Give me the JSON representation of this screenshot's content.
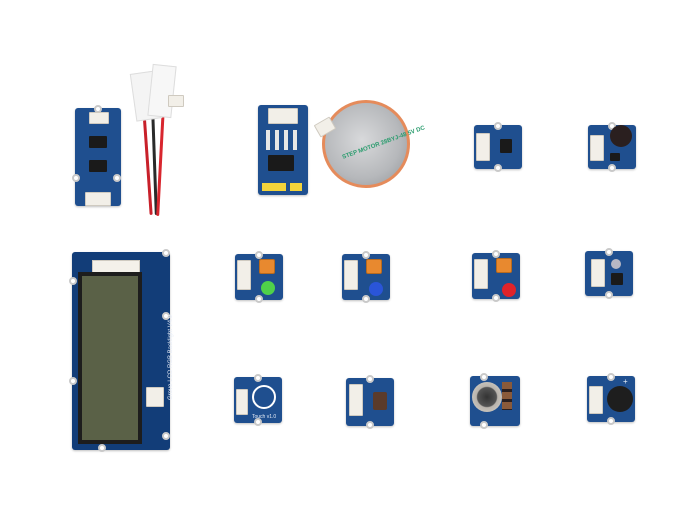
{
  "scene": {
    "description": "Product photo of Grove starter kit modules on white background",
    "background": "#ffffff",
    "pcb_color": "#1f4f8f"
  },
  "modules": [
    {
      "id": "i2c-hub-board",
      "label": ""
    },
    {
      "id": "cable",
      "label": ""
    },
    {
      "id": "stepper-driver-board",
      "label": ""
    },
    {
      "id": "stepper-motor",
      "label": "STEP MOTOR 28BYJ-48 5V DC"
    },
    {
      "id": "chip-module",
      "label": ""
    },
    {
      "id": "sound-sensor",
      "label": ""
    },
    {
      "id": "lcd-rgb-backlight",
      "label": "Grove-LCD RGB Backlight V4.0"
    },
    {
      "id": "led-green",
      "label": "",
      "led_color": "#4fd14a"
    },
    {
      "id": "led-blue",
      "label": "",
      "led_color": "#2a55d8"
    },
    {
      "id": "led-red",
      "label": "",
      "led_color": "#e0232a"
    },
    {
      "id": "light-sensor",
      "label": ""
    },
    {
      "id": "touch-sensor",
      "label": "Touch v1.0"
    },
    {
      "id": "button",
      "label": ""
    },
    {
      "id": "rotary-angle-sensor",
      "label": ""
    },
    {
      "id": "buzzer",
      "label": "+"
    }
  ]
}
